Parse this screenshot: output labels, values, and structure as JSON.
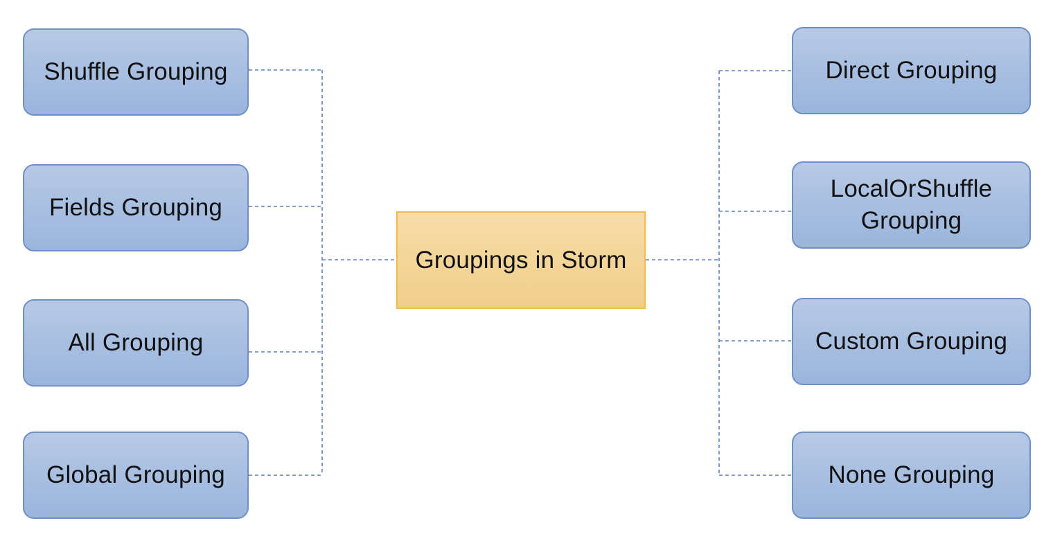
{
  "diagram": {
    "center": {
      "label": "Groupings in Storm"
    },
    "left_nodes": [
      {
        "label": "Shuffle Grouping"
      },
      {
        "label": "Fields Grouping"
      },
      {
        "label": "All Grouping"
      },
      {
        "label": "Global Grouping"
      }
    ],
    "right_nodes": [
      {
        "label": "Direct Grouping"
      },
      {
        "label": "LocalOrShuffle\nGrouping"
      },
      {
        "label": "Custom Grouping"
      },
      {
        "label": "None Grouping"
      }
    ],
    "colors": {
      "node_fill": "#a8c0e2",
      "node_border": "#6f8fc7",
      "center_fill": "#f4d698",
      "center_border": "#f1b94f",
      "connector": "#5b7fc4"
    }
  }
}
